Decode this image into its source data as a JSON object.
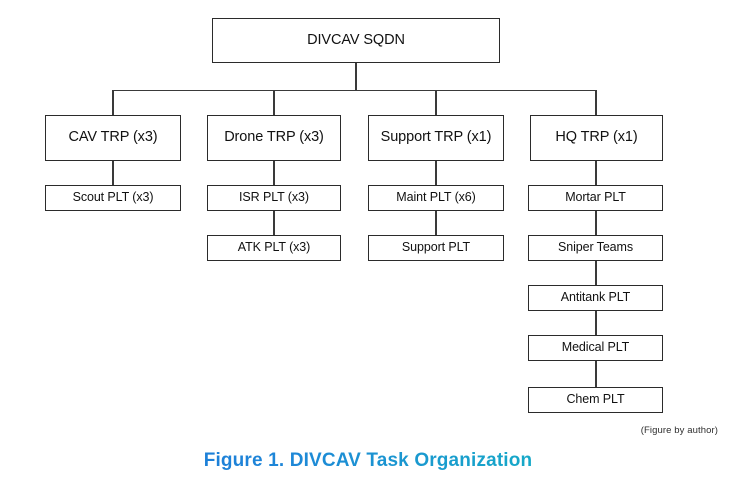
{
  "chart_data": {
    "type": "diagram",
    "subtype": "organization-chart",
    "title": "Figure 1. DIVCAV Task Organization",
    "attribution": "(Figure by author)",
    "root": {
      "id": "root",
      "label": "DIVCAV SQDN"
    },
    "branches": [
      {
        "id": "cav",
        "label": "CAV TRP (x3)",
        "children": [
          {
            "id": "scout",
            "label": "Scout PLT (x3)"
          }
        ]
      },
      {
        "id": "drone",
        "label": "Drone TRP (x3)",
        "children": [
          {
            "id": "isr",
            "label": "ISR PLT (x3)"
          },
          {
            "id": "atk",
            "label": "ATK PLT (x3)"
          }
        ]
      },
      {
        "id": "support",
        "label": "Support TRP (x1)",
        "children": [
          {
            "id": "maint",
            "label": "Maint PLT (x6)"
          },
          {
            "id": "supportplt",
            "label": "Support PLT"
          }
        ]
      },
      {
        "id": "hq",
        "label": "HQ TRP (x1)",
        "children": [
          {
            "id": "mortar",
            "label": "Mortar PLT"
          },
          {
            "id": "sniper",
            "label": "Sniper Teams"
          },
          {
            "id": "antitank",
            "label": "Antitank PLT"
          },
          {
            "id": "medical",
            "label": "Medical PLT"
          },
          {
            "id": "chem",
            "label": "Chem PLT"
          }
        ]
      }
    ],
    "colors": {
      "background": "#ffffff",
      "box_border": "#2b2b2b",
      "box_fill": "#ffffff",
      "connector": "#3a3a3a",
      "text": "#111111",
      "caption_gradient_start": "#1b6fd6",
      "caption_gradient_end": "#17b7c2"
    },
    "layout": {
      "orientation": "top-down",
      "levels": 7,
      "branch_count": 4
    }
  }
}
